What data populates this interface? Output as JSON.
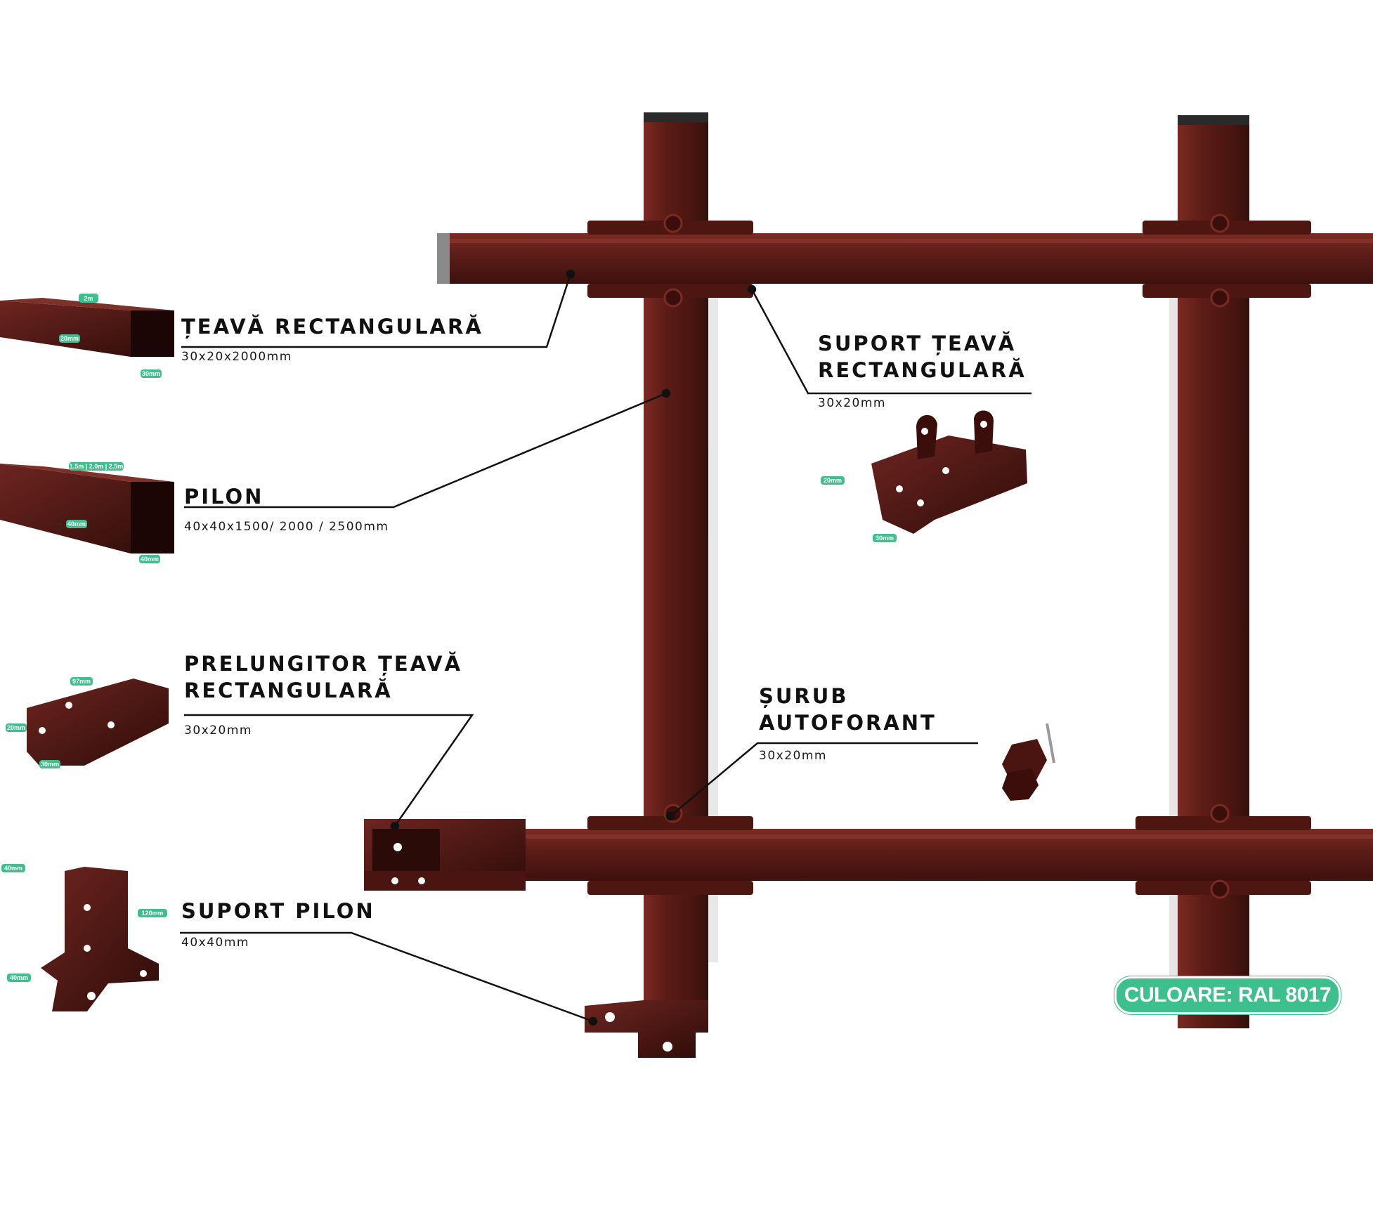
{
  "colors": {
    "metal": "#5a1a14",
    "metal_dark": "#3a0f0b",
    "accent": "#3dbf8e",
    "leader": "#111111"
  },
  "labels": {
    "teava": {
      "title": "ȚEAVĂ RECTANGULARĂ",
      "spec": "30x20x2000mm"
    },
    "pilon": {
      "title": "PILON",
      "spec": "40x40x1500/ 2000 / 2500mm"
    },
    "suport_teava": {
      "title_line1": "SUPORT ȚEAVĂ",
      "title_line2": "RECTANGULARĂ",
      "spec": "30x20mm"
    },
    "prelungitor": {
      "title_line1": "PRELUNGITOR ȚEAVĂ",
      "title_line2": "RECTANGULARĂ",
      "spec": "30x20mm"
    },
    "surub": {
      "title_line1": "ȘURUB",
      "title_line2": "AUTOFORANT",
      "spec": "30x20mm"
    },
    "suport_pilon": {
      "title": "SUPORT PILON",
      "spec": "40x40mm"
    }
  },
  "dimension_tags": {
    "teava": [
      "2m",
      "20mm",
      "30mm"
    ],
    "pilon": [
      "1.5m | 2.0m | 2.5m",
      "40mm",
      "40mm"
    ],
    "suport_teava": [
      "20mm",
      "30mm"
    ],
    "prelungitor": [
      "97mm",
      "20mm",
      "30mm"
    ],
    "suport_pilon": [
      "40mm",
      "120mm",
      "40mm"
    ]
  },
  "badge": {
    "text": "CULOARE: RAL 8017"
  }
}
